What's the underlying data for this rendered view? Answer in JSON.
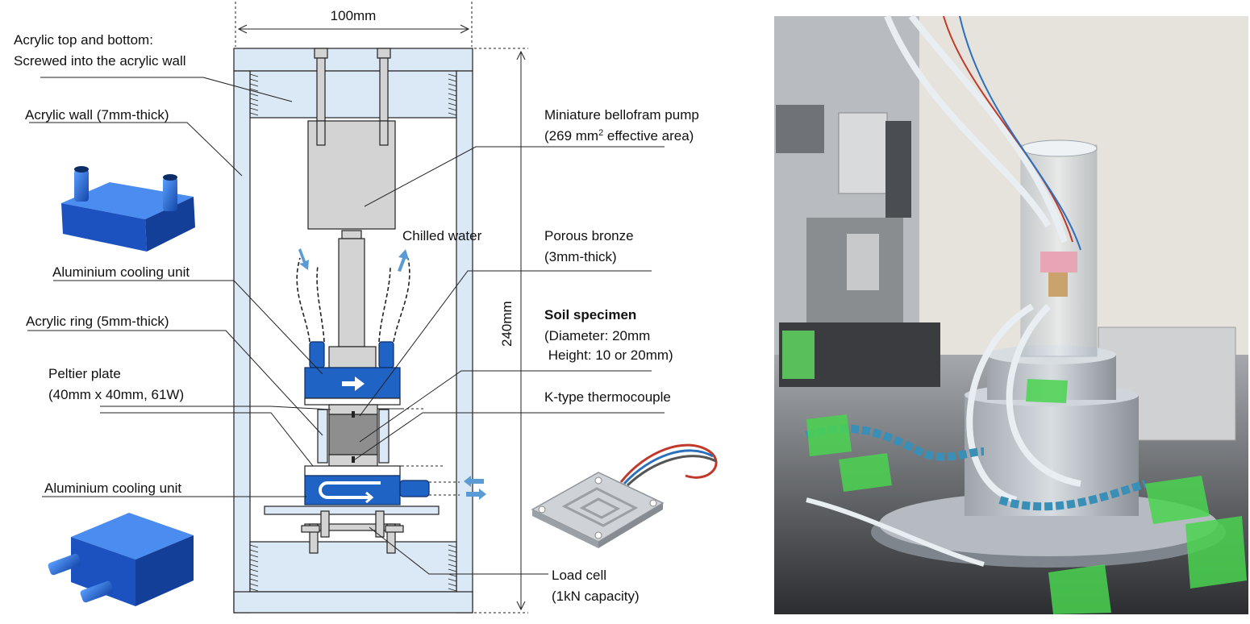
{
  "dimensions": {
    "width_label": "100mm",
    "height_label": "240mm"
  },
  "labels": {
    "acrylic_top_line1": "Acrylic top and bottom:",
    "acrylic_top_line2": "Screwed into the acrylic wall",
    "acrylic_wall": "Acrylic wall (7mm-thick)",
    "cooling_unit_top": "Aluminium cooling unit",
    "acrylic_ring": "Acrylic ring (5mm-thick)",
    "peltier_line1": "Peltier plate",
    "peltier_line2": "(40mm x 40mm, 61W)",
    "cooling_unit_bottom": "Aluminium cooling unit",
    "pump_line1": "Miniature bellofram pump",
    "pump_line2_pre": "(269 mm",
    "pump_line2_sup": "2",
    "pump_line2_post": " effective area)",
    "chilled_water": "Chilled water",
    "bronze_line1": "Porous bronze",
    "bronze_line2": "(3mm-thick)",
    "soil_title": "Soil specimen",
    "soil_line2": "(Diameter: 20mm",
    "soil_line3": " Height: 10 or 20mm)",
    "thermocouple": "K-type thermocouple",
    "loadcell_line1": "Load cell",
    "loadcell_line2": "(1kN capacity)"
  },
  "colors": {
    "acrylic": "#dbe8f5",
    "aluminium_blue": "#1f63c4",
    "water_arrow": "#5b9bd5",
    "metal_grey": "#d3d3d3"
  },
  "icons": {
    "cooling_block_top_photo": "aluminium-water-block-icon",
    "cooling_block_bottom_photo": "aluminium-water-block-icon",
    "load_cell_photo": "load-cell-icon",
    "apparatus_photo": "apparatus-photo"
  }
}
